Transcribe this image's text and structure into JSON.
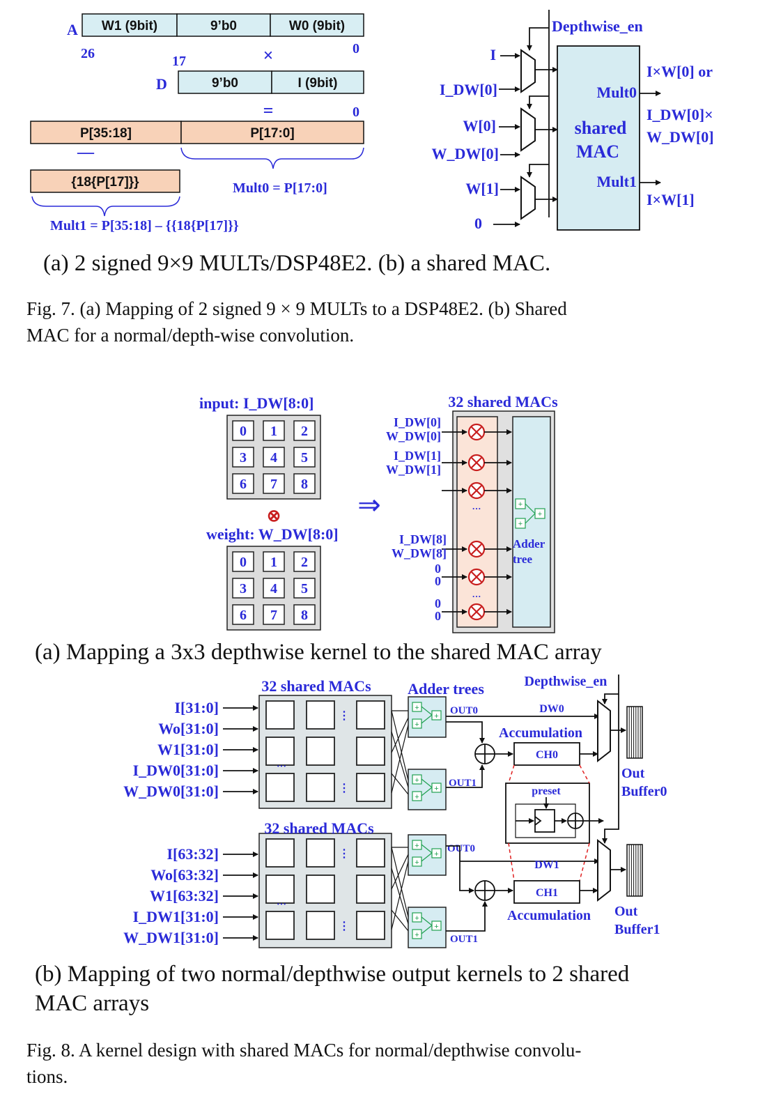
{
  "fig7": {
    "a": {
      "label_A": "A",
      "reg_A": [
        "W1 (9bit)",
        "9’b0",
        "W0 (9bit)"
      ],
      "bit_26": "26",
      "bit_17": "17",
      "bit_0_a": "0",
      "times": "×",
      "label_D": "D",
      "reg_D": [
        "9’b0",
        "I (9bit)"
      ],
      "bit_0_d": "0",
      "equals": "=",
      "bit_0_p": "0",
      "reg_P": [
        "P[35:18]",
        "P[17:0]"
      ],
      "minus": "—",
      "sign_ext": "{18{P[17]}}",
      "mult0": "Mult0 = P[17:0]",
      "mult1": "Mult1 = P[35:18] – {{18{P[17]}}"
    },
    "b": {
      "depthwise_en": "Depthwise_en",
      "inputs": [
        "I",
        "I_DW[0]",
        "W[0]",
        "W_DW[0]",
        "W[1]",
        "0"
      ],
      "mac_line1": "shared",
      "mac_line2": "MAC",
      "mult0": "Mult0",
      "mult1": "Mult1",
      "out0_line1": "I×W[0]  or",
      "out0_line2": "I_DW[0]×",
      "out0_line3": "W_DW[0]",
      "out1": "I×W[1]"
    },
    "subcaption": "(a) 2 signed 9×9 MULTs/DSP48E2.    (b) a shared MAC.",
    "caption_line1": "Fig. 7.    (a) Mapping of 2 signed 9 × 9 MULTs to a DSP48E2. (b) Shared",
    "caption_line2": "MAC for a normal/depth-wise convolution."
  },
  "fig8": {
    "a": {
      "input_label": "input: I_DW[8:0]",
      "weight_label": "weight: W_DW[8:0]",
      "grid_cells": [
        "0",
        "1",
        "2",
        "3",
        "4",
        "5",
        "6",
        "7",
        "8"
      ],
      "otimes": "⊗",
      "arrow": "⇒",
      "macs_title": "32 shared MACs",
      "mac_inputs": [
        "I_DW[0]",
        "W_DW[0]",
        "I_DW[1]",
        "W_DW[1]",
        "I_DW[8]",
        "W_DW[8]",
        "0",
        "0",
        "0",
        "0"
      ],
      "dots": "···",
      "adder_line1": "Adder",
      "adder_line2": "tree",
      "subcaption": "(a)  Mapping a 3x3 depthwise kernel to the shared MAC array"
    },
    "b": {
      "macs_top": "32 shared MACs",
      "macs_bottom": "32 shared MACs",
      "adder_trees": "Adder trees",
      "depthwise_en": "Depthwise_en",
      "inputs_top": [
        "I[31:0]",
        "Wo[31:0]",
        "W1[31:0]",
        "I_DW0[31:0]",
        "W_DW0[31:0]"
      ],
      "inputs_bottom": [
        "I[63:32]",
        "Wo[63:32]",
        "W1[63:32]",
        "I_DW1[31:0]",
        "W_DW1[31:0]"
      ],
      "out0": "OUT0",
      "out1": "OUT1",
      "dw0": "DW0",
      "dw1": "DW1",
      "ch0": "CH0",
      "ch1": "CH1",
      "accumulation": "Accumulation",
      "preset": "preset",
      "out_buffer0_line1": "Out",
      "out_buffer0_line2": "Buffer0",
      "out_buffer1_line1": "Out",
      "out_buffer1_line2": "Buffer1",
      "subcaption_line1": "(b)  Mapping  of  two  normal/depthwise  output  kernels  to  2  shared",
      "subcaption_line2": "MAC arrays"
    },
    "caption_line1": "Fig. 8.    A kernel design with shared MACs for normal/depthwise convolu-",
    "caption_line2": "tions."
  }
}
